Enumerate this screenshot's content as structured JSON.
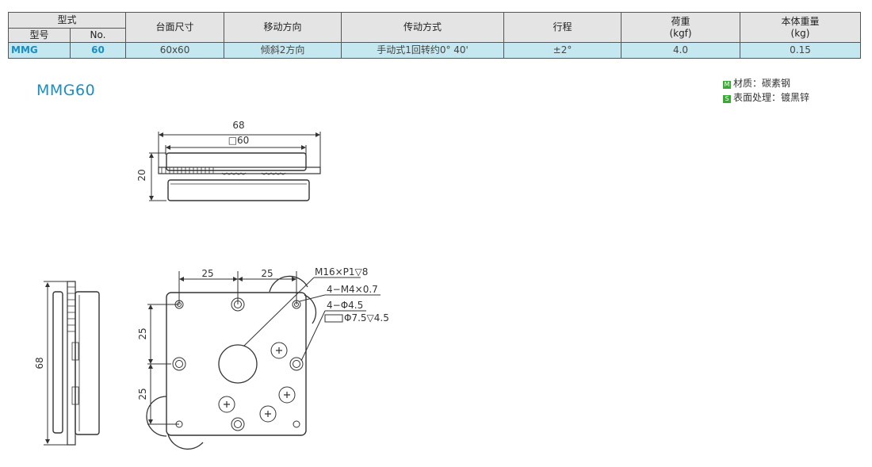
{
  "table": {
    "header": {
      "type_group": "型式",
      "model": "型号",
      "no": "No.",
      "table_size": "台面尺寸",
      "direction": "移动方向",
      "drive": "传动方式",
      "stroke": "行程",
      "load": "荷重",
      "load_unit": "(kgf)",
      "weight": "本体重量",
      "weight_unit": "(kg)"
    },
    "row": {
      "model": "MMG",
      "no": "60",
      "table_size": "60x60",
      "direction": "倾斜2方向",
      "drive": "手动式1回转约0° 40'",
      "stroke": "±2°",
      "load": "4.0",
      "weight": "0.15"
    }
  },
  "title": "MMG60",
  "legend": {
    "material_badge": "M",
    "material": "材质：碳素钢",
    "surface_badge": "S",
    "surface": "表面处理：镀黑锌"
  },
  "drawing": {
    "dim_68_top": "68",
    "dim_60": "□60",
    "dim_20": "20",
    "dim_25_a": "25",
    "dim_25_b": "25",
    "dim_25_c": "25",
    "dim_25_d": "25",
    "dim_68_left": "68",
    "callout_1": "M16×P1▽8",
    "callout_2": "4−M4×0.7",
    "callout_3": "4−Φ4.5",
    "callout_4": "Φ7.5▽4.5"
  },
  "colors": {
    "accent": "#1a8ec4",
    "table_header_bg": "#e4e4e4",
    "table_row_bg": "#c5e7ef",
    "badge_green": "#3aaa35"
  }
}
